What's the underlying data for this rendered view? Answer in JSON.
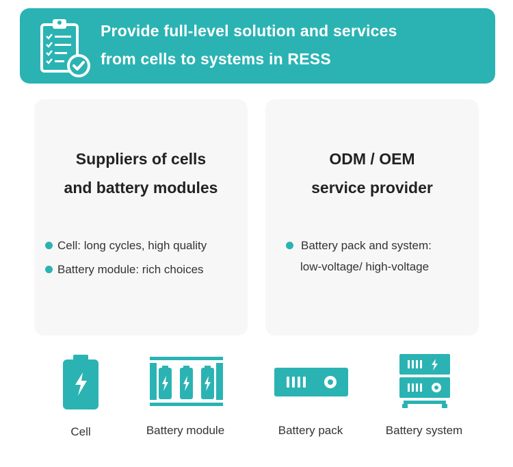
{
  "banner": {
    "icon": "clipboard-check-icon",
    "line1": "Provide full-level solution and services",
    "line2": "from cells to systems in RESS"
  },
  "cards": {
    "suppliers": {
      "title_line1": "Suppliers of cells",
      "title_line2": "and battery modules",
      "bullets": [
        "Cell: long cycles, high quality",
        "Battery module: rich choices"
      ]
    },
    "odm": {
      "title_line1": "ODM / OEM",
      "title_line2": "service provider",
      "bullet_line1": "Battery pack and system:",
      "bullet_line2": "low-voltage/ high-voltage"
    }
  },
  "products": [
    {
      "label": "Cell",
      "icon": "battery-cell-icon"
    },
    {
      "label": "Battery module",
      "icon": "battery-module-icon"
    },
    {
      "label": "Battery pack",
      "icon": "battery-pack-icon"
    },
    {
      "label": "Battery system",
      "icon": "battery-system-icon"
    }
  ],
  "colors": {
    "accent": "#2bb3b3",
    "card_bg": "#f7f7f7",
    "text": "#222222"
  }
}
